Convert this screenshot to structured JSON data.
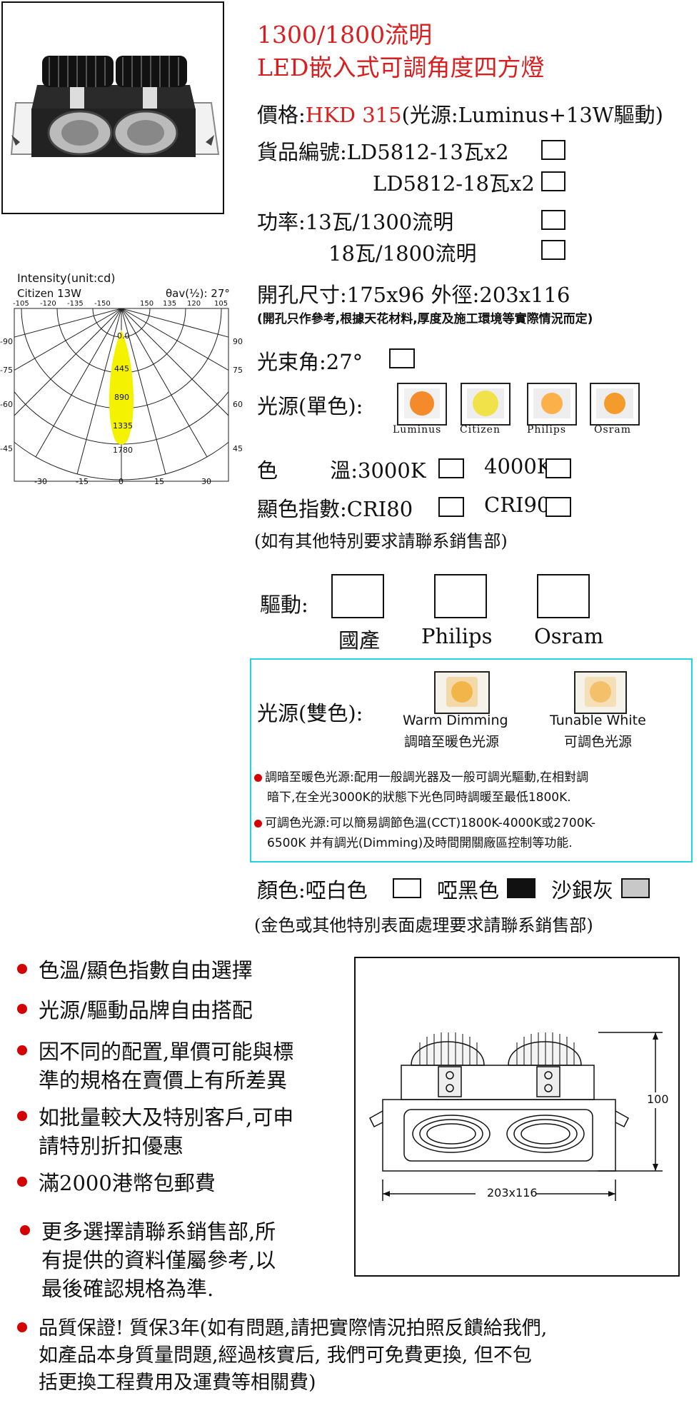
{
  "title": {
    "line1": "1300/1800流明",
    "line2": "LED嵌入式可調角度四方燈"
  },
  "price": {
    "label": "價格:",
    "value": "HKD 315",
    "note": "(光源:Luminus+13W驅動)"
  },
  "item_no": {
    "label": "貨品編號:",
    "opt1": "LD5812-13瓦x2",
    "opt2": "LD5812-18瓦x2"
  },
  "power": {
    "label": "功率:",
    "opt1": "13瓦/1300流明",
    "opt2": "18瓦/1800流明"
  },
  "cutout": {
    "label": "開孔尺寸:",
    "value": "175x96",
    "outer_label": "外徑:",
    "outer_value": "203x116",
    "note": "(開孔只作參考,根據天花材料,厚度及施工環境等實際情況而定)"
  },
  "beam": {
    "label": "光束角:",
    "value": "27°"
  },
  "light_source_single": {
    "label": "光源(單色):",
    "brands": [
      "Luminus",
      "Citizen",
      "Philips",
      "Osram"
    ]
  },
  "color_temp": {
    "label_a": "色",
    "label_b": "溫:",
    "opt1": "3000K",
    "opt2": "4000K"
  },
  "cri": {
    "label": "顯色指數:",
    "opt1": "CRI80",
    "opt2": "CRI90"
  },
  "special_note": "(如有其他特別要求請聯系銷售部)",
  "driver": {
    "label": "驅動:",
    "options": [
      "國產",
      "Philips",
      "Osram"
    ]
  },
  "light_source_dual": {
    "label": "光源(雙色):",
    "opt1_en": "Warm Dimming",
    "opt1_zh": "調暗至暖色光源",
    "opt2_en": "Tunable White",
    "opt2_zh": "可調色光源",
    "note1_line1": "調暗至暖色光源:配用一般調光器及一般可調光驅動,在相對調",
    "note1_line2": "暗下,在全光3000K的狀態下光色同時調暖至最低1800K.",
    "note2_line1": "可調色光源:可以簡易調節色溫(CCT)1800K-4000K或2700K-",
    "note2_line2": "6500K 并有調光(Dimming)及時間開關廠區控制等功能."
  },
  "finish": {
    "label": "顏色:",
    "opt1": "啞白色",
    "opt2": "啞黑色",
    "opt3": "沙銀灰",
    "note": "(金色或其他特別表面處理要求請聯系銷售部)"
  },
  "features": [
    {
      "lines": [
        "色溫/顯色指數自由選擇"
      ]
    },
    {
      "lines": [
        "光源/驅動品牌自由搭配"
      ]
    },
    {
      "lines": [
        "因不同的配置,單價可能與標",
        "準的規格在賣價上有所差異"
      ]
    },
    {
      "lines": [
        "如批量較大及特別客戶,可申",
        "請特別折扣優惠"
      ]
    },
    {
      "lines": [
        "滿2000港幣包郵費"
      ]
    },
    {
      "lines": [
        "更多選擇請聯系銷售部,所",
        "有提供的資料僅屬參考,以",
        "最後確認規格為準."
      ]
    }
  ],
  "warranty": {
    "line1": "品質保證! 質保3年(如有問題,請把實際情況拍照反饋給我們,",
    "line2": "如產品本身質量問題,經過核實后, 我們可免費更換, 但不包",
    "line3": "括更換工程費用及運費等相關費)"
  },
  "polar": {
    "title": "Intensity(unit:cd)",
    "model": "Citizen 13W",
    "angle": "θav(½): 27°",
    "top_ticks": [
      "-105",
      "-120",
      "-135",
      "-150",
      "150",
      "135",
      "120",
      "105"
    ],
    "left_ticks": [
      "-90",
      "-75",
      "-60",
      "-45"
    ],
    "right_ticks": [
      "90",
      "75",
      "60",
      "45"
    ],
    "bottom_ticks": [
      "-30",
      "-15",
      "0",
      "15",
      "30"
    ],
    "values": [
      "0.0",
      "445",
      "890",
      "1335",
      "1780"
    ]
  },
  "dimension": {
    "width": "203x116",
    "height": "100"
  },
  "colors": {
    "accent_red": "#d81e1e",
    "cyan_border": "#22d3e0",
    "grey_swatch": "#c8c8c8",
    "black_swatch": "#111111"
  }
}
